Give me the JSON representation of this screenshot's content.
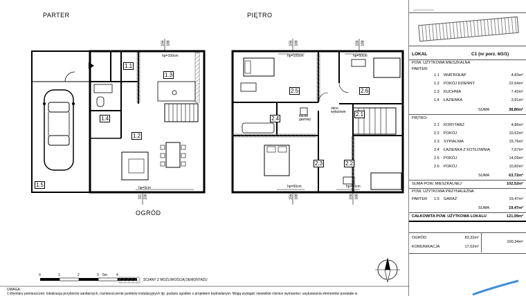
{
  "labels": {
    "parter": "PARTER",
    "pietro": "PIĘTRO",
    "ogrod": "OGRÓD",
    "legend_walls": "ŚCIANY Z MOŻLIWOŚCIĄ DEMONTAŻU",
    "uwaga": "UWAGA:",
    "note_1": "1.Wymiary pomieszczeń, lokalizacja przyborów sanitarnych, rozmieszczenie punktów instalacyjnych itp. podano zgodnie z projektem budowlanym. Mogą wystąpić niewielkie różnice wymiarów i usytuowania elementów powstałe w",
    "okno_wylazowe": "okno\nwyłazowe",
    "kocioł_gazowy": "kocioł\ngazowy",
    "dim_156": "156",
    "dim_188": "188",
    "dim_111": "111",
    "dim_236": "236",
    "hp_0": "hp=0cm",
    "hp_100": "hp=100cm",
    "hp_50": "hp=50cm"
  },
  "scale": {
    "ticks": [
      "0",
      "1",
      "2",
      "3",
      "4",
      "5m"
    ]
  },
  "rooms_ground": [
    "1.1",
    "1.2",
    "1.3",
    "1.4",
    "1.5"
  ],
  "rooms_upper": [
    "2.1",
    "2.2",
    "2.3",
    "2.4",
    "2.5",
    "2.6"
  ],
  "table": {
    "lokal_label": "LOKAL",
    "lokal_value": "C1  (nr porz. 6G/1)",
    "pow_mieszkalna": "POW. UŻYTKOWA MIESZKALNA",
    "parter": "PARTER:",
    "parter_rows": [
      {
        "no": "1.1",
        "name": "WIATROŁAP",
        "value": "4,83m²"
      },
      {
        "no": "1.2",
        "name": "POKÓJ DZIENNY",
        "value": "22,64m²"
      },
      {
        "no": "1.3",
        "name": "KUCHNIA",
        "value": "7,42m²"
      },
      {
        "no": "1.4",
        "name": "ŁAZIENKA",
        "value": "3,91m²"
      }
    ],
    "suma_label": "SUMA",
    "parter_sum": "38,80m²",
    "pietro": "PIĘTRO:",
    "pietro_rows": [
      {
        "no": "2.1",
        "name": "KORYTARZ",
        "value": "4,86m²"
      },
      {
        "no": "2.2",
        "name": "POKÓJ",
        "value": "10,52m²"
      },
      {
        "no": "2.3",
        "name": "SYPIALNIA",
        "value": "15,76m²"
      },
      {
        "no": "2.4",
        "name": "ŁAZIENKA Z KOTŁOWNIĄ",
        "value": "7,67m²"
      },
      {
        "no": "2.5",
        "name": "POKÓJ",
        "value": "14,09m²"
      },
      {
        "no": "2.6",
        "name": "POKÓJ",
        "value": "10,82m²"
      }
    ],
    "pietro_sum": "63,72m²",
    "suma_mieszkalna_label": "SUMA POW. MIESZKALNEJ",
    "suma_mieszkalna": "102,52m²",
    "przynalezna_label": "POW. UŻYTKOWA PRZYNALEŻNA",
    "garaz_floor": "PARTER",
    "garaz_no": "1.5",
    "garaz_name": "GARAŻ",
    "garaz_value": "19,47m²",
    "garaz_sum": "19,47m²",
    "total_label": "CAŁKOWITA POW. UŻYTKOWA LOKALU",
    "total_value": "121,99m²",
    "ogrod_label": "OGRÓD",
    "ogrod_value": "83,32m²",
    "komunikacja_label": "KOMUNIKACJA",
    "komunikacja_value": "17,02m²",
    "outdoor_sum": "100,34m²"
  }
}
